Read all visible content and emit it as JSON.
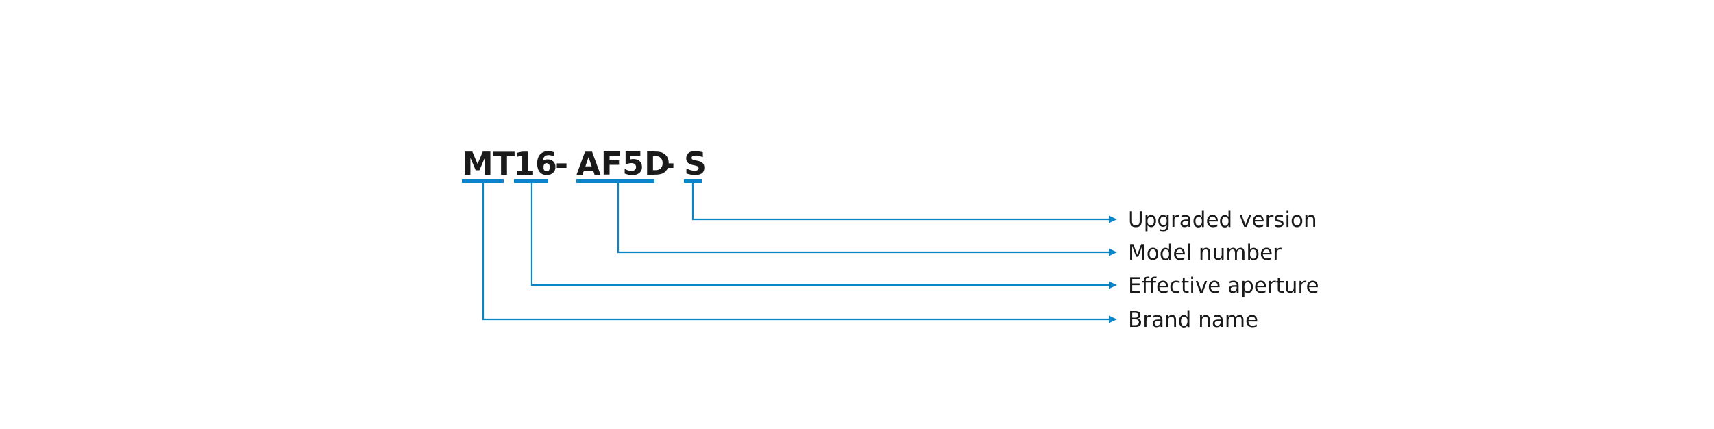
{
  "model_code": {
    "segments": [
      {
        "id": "brand",
        "text": "MT"
      },
      {
        "id": "aperture",
        "text": "16"
      },
      {
        "id": "sep1",
        "text": "-"
      },
      {
        "id": "model",
        "text": "AF5D"
      },
      {
        "id": "sep2",
        "text": "-"
      },
      {
        "id": "version",
        "text": "S"
      }
    ]
  },
  "legend": {
    "items": [
      {
        "id": "version",
        "label": "Upgraded version"
      },
      {
        "id": "model",
        "label": "Model number"
      },
      {
        "id": "aperture",
        "label": "Effective aperture"
      },
      {
        "id": "brand",
        "label": "Brand name"
      }
    ]
  },
  "colors": {
    "accent": "#0a86c7",
    "text": "#1a1a1a",
    "background": "#ffffff"
  }
}
